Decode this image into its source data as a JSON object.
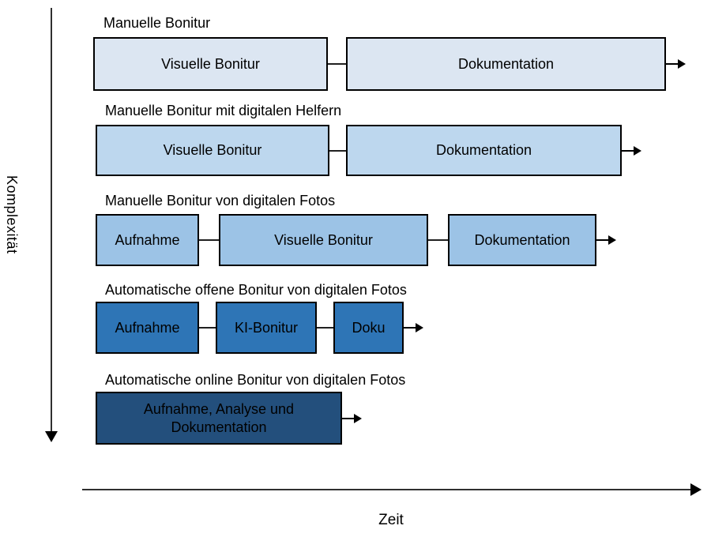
{
  "axes": {
    "y_label": "Komplexität",
    "x_label": "Zeit",
    "axis_color": "#303030"
  },
  "rows": [
    {
      "title": "Manuelle Bonitur",
      "color": "#dce6f2",
      "boxes": [
        {
          "label": "Visuelle Bonitur"
        },
        {
          "label": "Dokumentation"
        }
      ]
    },
    {
      "title": "Manuelle Bonitur mit digitalen Helfern",
      "color": "#bdd7ee",
      "boxes": [
        {
          "label": "Visuelle Bonitur"
        },
        {
          "label": "Dokumentation"
        }
      ]
    },
    {
      "title": "Manuelle Bonitur von digitalen Fotos",
      "color": "#9cc3e6",
      "boxes": [
        {
          "label": "Aufnahme"
        },
        {
          "label": "Visuelle Bonitur"
        },
        {
          "label": "Dokumentation"
        }
      ]
    },
    {
      "title": "Automatische offene Bonitur von digitalen Fotos",
      "color": "#2e75b6",
      "boxes": [
        {
          "label": "Aufnahme"
        },
        {
          "label": "KI-Bonitur"
        },
        {
          "label": "Doku"
        }
      ]
    },
    {
      "title": "Automatische online Bonitur von digitalen Fotos",
      "color": "#234f7c",
      "boxes": [
        {
          "label": "Aufnahme, Analyse und Dokumentation"
        }
      ]
    }
  ]
}
